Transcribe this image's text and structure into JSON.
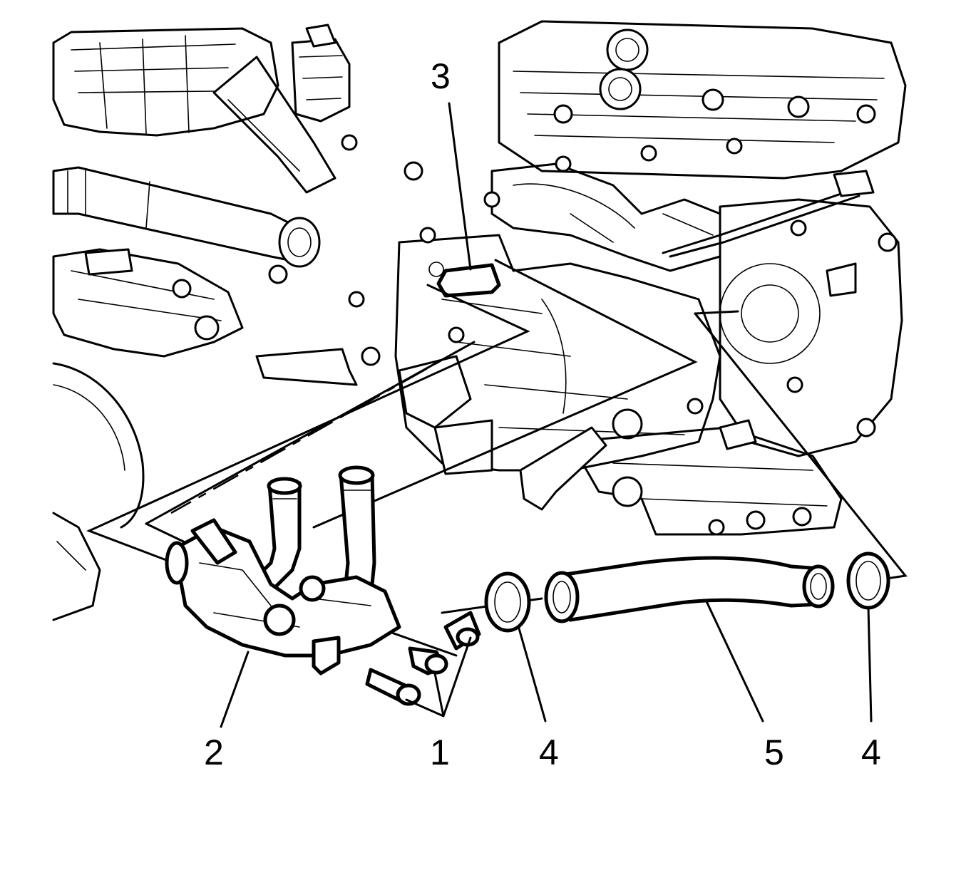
{
  "callouts": [
    {
      "id": "callout-1",
      "text": "1"
    },
    {
      "id": "callout-2",
      "text": "2"
    },
    {
      "id": "callout-3",
      "text": "3"
    },
    {
      "id": "callout-4a",
      "text": "4"
    },
    {
      "id": "callout-5",
      "text": "5"
    },
    {
      "id": "callout-4b",
      "text": "4"
    }
  ],
  "colors": {
    "ink": "#000000",
    "paper": "#ffffff"
  }
}
